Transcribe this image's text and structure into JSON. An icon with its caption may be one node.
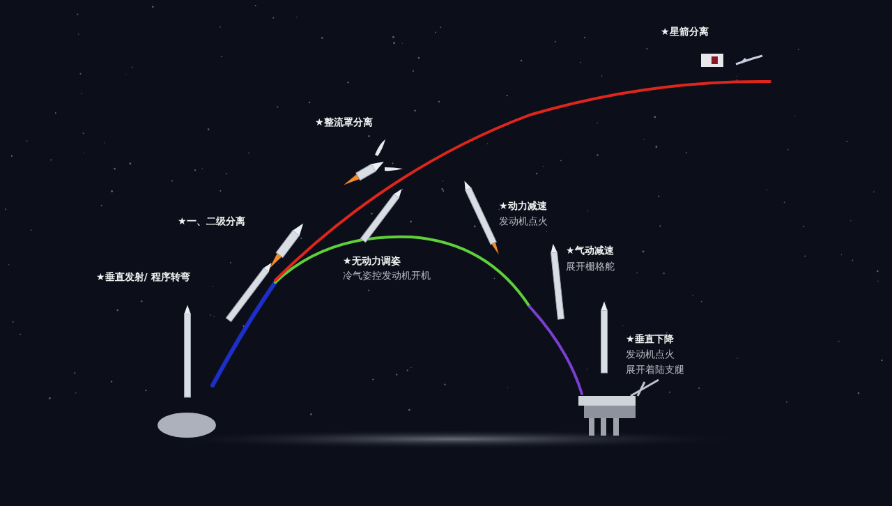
{
  "diagram": {
    "labels": [
      "★星箭分离",
      "★整流罩分离",
      "★动力减速",
      "发动机点火",
      "★一、二级分离",
      "★气动减速",
      "展开栅格舵",
      "★无动力调姿",
      "冷气姿控发动机开机",
      "★垂直发射/ 程序转弯",
      "★垂直下降",
      "发动机点火",
      "展开着陆支腿"
    ]
  }
}
